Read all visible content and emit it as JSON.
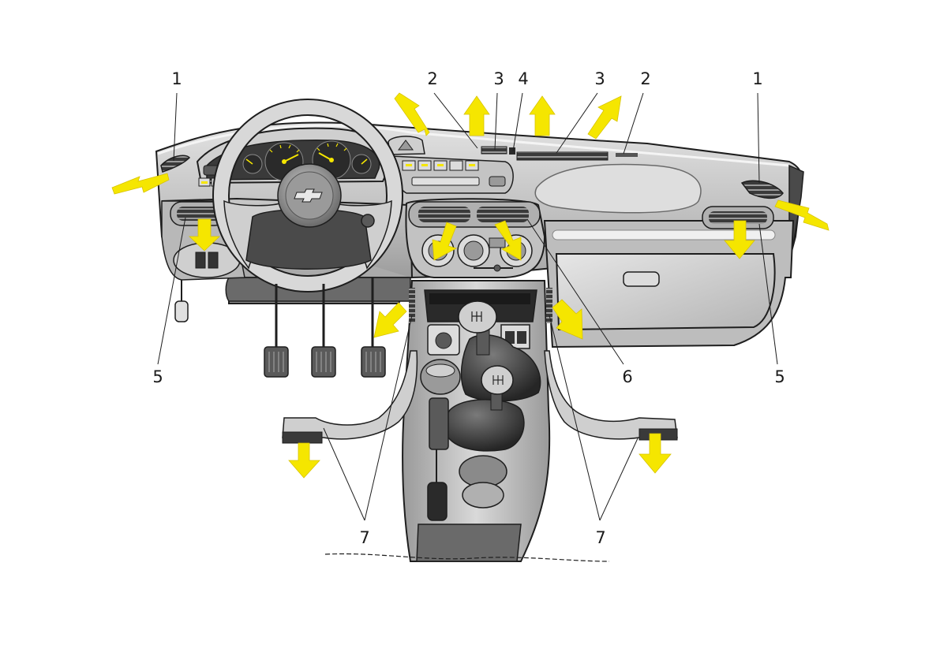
{
  "callouts": [
    {
      "key": "c1-left",
      "label": "1"
    },
    {
      "key": "c2-left",
      "label": "2"
    },
    {
      "key": "c3-left",
      "label": "3"
    },
    {
      "key": "c4",
      "label": "4"
    },
    {
      "key": "c3-right",
      "label": "3"
    },
    {
      "key": "c2-right",
      "label": "2"
    },
    {
      "key": "c1-right",
      "label": "1"
    },
    {
      "key": "c5-left",
      "label": "5"
    },
    {
      "key": "c6",
      "label": "6"
    },
    {
      "key": "c5-right",
      "label": "5"
    },
    {
      "key": "c7-left",
      "label": "7"
    },
    {
      "key": "c7-right",
      "label": "7"
    }
  ],
  "colors": {
    "airflow_arrow": "#f5e600",
    "panel_light": "#d4d4d4",
    "panel_mid": "#a9a9a9",
    "panel_dark": "#5a5a5a",
    "outline": "#1e1e1e",
    "gauge_text": "#f5e600"
  },
  "icons": {
    "steering_logo": "bowtie-emblem-icon",
    "arrow": "airflow-arrow-icon"
  }
}
